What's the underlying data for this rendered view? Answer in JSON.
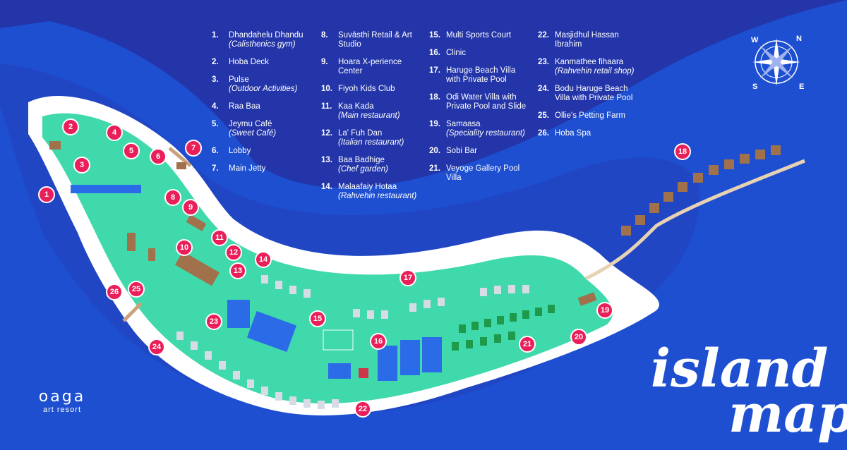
{
  "legend": [
    {
      "num": "1.",
      "name": "Dhandahelu Dhandu",
      "sub": "(Calisthenics gym)"
    },
    {
      "num": "2.",
      "name": "Hoba Deck",
      "sub": ""
    },
    {
      "num": "3.",
      "name": "Pulse",
      "sub": "(Outdoor Activities)"
    },
    {
      "num": "4.",
      "name": "Raa Baa",
      "sub": ""
    },
    {
      "num": "5.",
      "name": "Jeymu Café",
      "sub": "(Sweet Café)"
    },
    {
      "num": "6.",
      "name": "Lobby",
      "sub": ""
    },
    {
      "num": "7.",
      "name": "Main Jetty",
      "sub": ""
    },
    {
      "num": "8.",
      "name": "Suvāsthi Retail & Art Studio",
      "sub": ""
    },
    {
      "num": "9.",
      "name": "Hoara X-perience Center",
      "sub": ""
    },
    {
      "num": "10.",
      "name": "Fiyoh Kids Club",
      "sub": ""
    },
    {
      "num": "11.",
      "name": "Kaa Kada",
      "sub": "(Main restaurant)"
    },
    {
      "num": "12.",
      "name": "La' Fuh Dan",
      "sub": "(Italian restaurant)"
    },
    {
      "num": "13.",
      "name": "Baa Badhige",
      "sub": "(Chef garden)"
    },
    {
      "num": "14.",
      "name": "Malaafaiy Hotaa",
      "sub": "(Rahvehin restaurant)"
    },
    {
      "num": "15.",
      "name": "Multi Sports Court",
      "sub": ""
    },
    {
      "num": "16.",
      "name": "Clinic",
      "sub": ""
    },
    {
      "num": "17.",
      "name": "Haruge Beach Villa with Private Pool",
      "sub": ""
    },
    {
      "num": "18.",
      "name": "Odi Water Villa with Private Pool and Slide",
      "sub": ""
    },
    {
      "num": "19.",
      "name": "Samaasa",
      "sub": "(Speciality restaurant)"
    },
    {
      "num": "20.",
      "name": "Sobi Bar",
      "sub": ""
    },
    {
      "num": "21.",
      "name": "Veyoge Gallery Pool Villa",
      "sub": ""
    },
    {
      "num": "22.",
      "name": "Masjidhul Hassan Ibrahim",
      "sub": ""
    },
    {
      "num": "23.",
      "name": "Kanmathee fihaara",
      "sub": "(Rahvehin retail shop)"
    },
    {
      "num": "24.",
      "name": "Bodu Haruge Beach Villa with Private Pool",
      "sub": ""
    },
    {
      "num": "25.",
      "name": "Ollie's Petting Farm",
      "sub": ""
    },
    {
      "num": "26.",
      "name": "Hoba Spa",
      "sub": ""
    }
  ],
  "markers": [
    "1",
    "2",
    "3",
    "4",
    "5",
    "6",
    "7",
    "8",
    "9",
    "10",
    "11",
    "12",
    "13",
    "14",
    "15",
    "16",
    "17",
    "18",
    "19",
    "20",
    "21",
    "22",
    "23",
    "24",
    "25",
    "26"
  ],
  "compass": {
    "n": "N",
    "e": "E",
    "s": "S",
    "w": "W"
  },
  "brand": {
    "name": "oaga",
    "sub": "art resort"
  },
  "title": {
    "line1": "island",
    "line2": "map"
  },
  "colors": {
    "ocean": "#2335a8",
    "lagoon": "#1d4fd0",
    "sand": "#ffffff",
    "land": "#3fd9ac",
    "marker": "#ea1f5a",
    "roof": "#a0714a",
    "pool": "#2c6be8",
    "villa_green": "#1f9a4a"
  }
}
